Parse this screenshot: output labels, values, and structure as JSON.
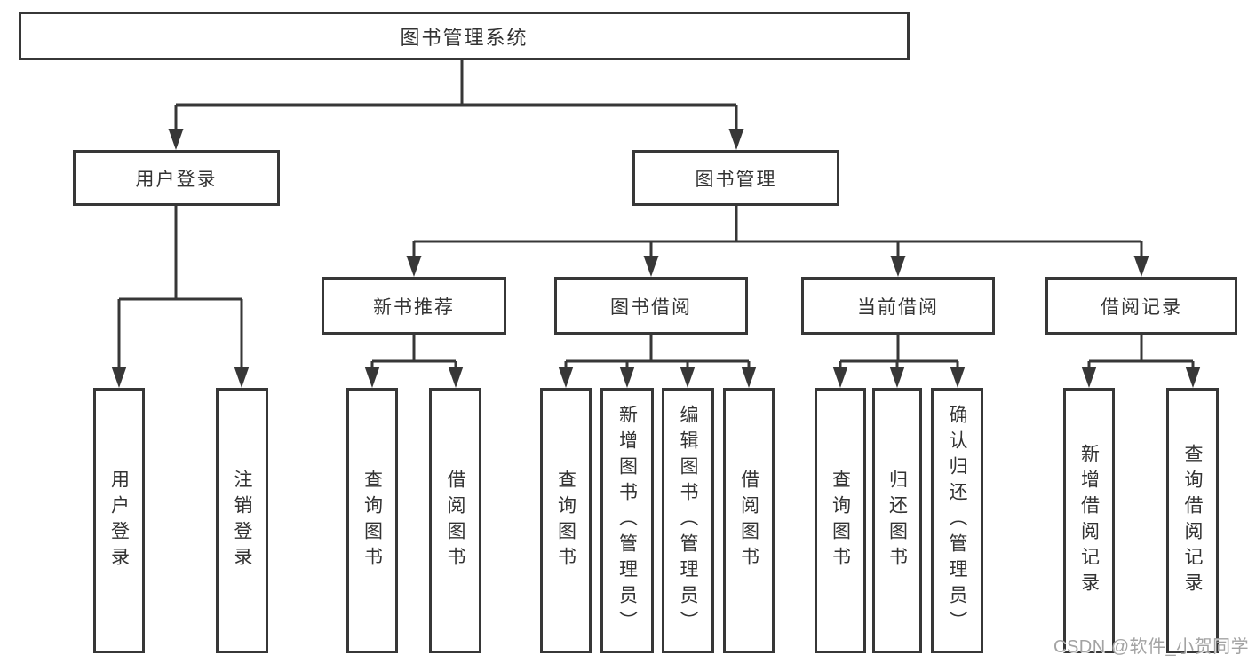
{
  "tree": {
    "root": "图书管理系统",
    "branches": [
      {
        "label": "用户登录",
        "children": [
          "用户登录",
          "注销登录"
        ]
      },
      {
        "label": "图书管理",
        "groups": [
          {
            "label": "新书推荐",
            "children": [
              "查询图书",
              "借阅图书"
            ]
          },
          {
            "label": "图书借阅",
            "children": [
              "查询图书",
              "新增图书（管理员）",
              "编辑图书（管理员）",
              "借阅图书"
            ]
          },
          {
            "label": "当前借阅",
            "children": [
              "查询图书",
              "归还图书",
              "确认归还（管理员）"
            ]
          },
          {
            "label": "借阅记录",
            "children": [
              "新增借阅记录",
              "查询借阅记录"
            ]
          }
        ]
      }
    ]
  },
  "watermark": "CSDN @软件_小贺同学",
  "colors": {
    "line": "#373737",
    "box_border": "#373737",
    "text": "#333333",
    "watermark": "#a3a3a3",
    "background": "#ffffff"
  }
}
